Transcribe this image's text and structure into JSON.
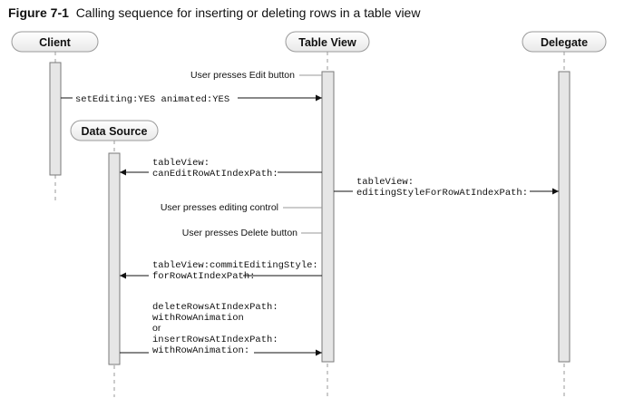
{
  "figure": {
    "label": "Figure 7-1",
    "title": "Calling sequence for inserting or deleting rows in a table view"
  },
  "participants": {
    "client": "Client",
    "table_view": "Table View",
    "delegate": "Delegate",
    "data_source": "Data Source"
  },
  "notes": {
    "edit_button": "User presses Edit button",
    "editing_control": "User presses editing control",
    "delete_button": "User presses Delete button"
  },
  "messages": {
    "set_editing": "setEditing:YES animated:YES",
    "can_edit": [
      "tableView:",
      "canEditRowAtIndexPath:"
    ],
    "editing_style": [
      "tableView:",
      "editingStyleForRowAtIndexPath:"
    ],
    "commit_style": [
      "tableView:commitEditingStyle:",
      "forRowAtIndexPath:"
    ],
    "delete_insert": [
      "deleteRowsAtIndexPath:",
      "withRowAnimation"
    ],
    "or_text": "or",
    "insert_rows": [
      "insertRowsAtIndexPath:",
      "withRowAnimation:"
    ]
  },
  "colors": {
    "line": "#111111",
    "lifeline": "#9a9a9a",
    "activation_fill": "#e6e6e6",
    "activation_stroke": "#7a7a7a",
    "pill_border": "#9a9a9a"
  }
}
